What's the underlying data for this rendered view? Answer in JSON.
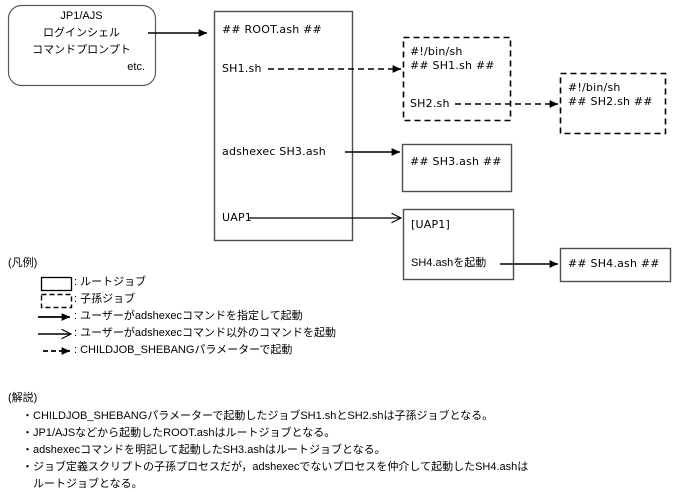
{
  "source_box": {
    "name": "source-callout",
    "lines": [
      "JP1/AJS",
      "ログインシェル",
      "コマンドプロンプト",
      "etc."
    ]
  },
  "root_box": {
    "title": "## ROOT.ash ##",
    "rows": [
      {
        "label": "SH1.sh",
        "arrow": "dashed-filled"
      },
      {
        "label": "adshexec SH3.ash",
        "arrow": "solid-filled"
      },
      {
        "label": "UAP1",
        "arrow": "solid-open"
      }
    ]
  },
  "sh1_box": {
    "lines": [
      "#!/bin/sh",
      "## SH1.sh ##"
    ],
    "child_label": "SH2.sh"
  },
  "sh2_box": {
    "lines": [
      "#!/bin/sh",
      "## SH2.sh ##"
    ]
  },
  "sh3_box": {
    "title": "## SH3.ash ##"
  },
  "uap1_box": {
    "title": "[UAP1]",
    "action": "SH4.ashを起動"
  },
  "sh4_box": {
    "title": "## SH4.ash ##"
  },
  "legend": {
    "heading": "(凡例)",
    "items": [
      {
        "marker": "solid-rect",
        "text": ": ルートジョブ"
      },
      {
        "marker": "dashed-rect",
        "text": ": 子孫ジョブ"
      },
      {
        "marker": "solid-arrow-filled",
        "text": ": ユーザーがadshexecコマンドを指定して起動"
      },
      {
        "marker": "solid-arrow-open",
        "text": ": ユーザーがadshexecコマンド以外のコマンドを起動"
      },
      {
        "marker": "dashed-arrow-filled",
        "text": ": CHILDJOB_SHEBANGパラメーターで起動"
      }
    ]
  },
  "notes": {
    "heading": "(解説)",
    "items": [
      "・CHILDJOB_SHEBANGパラメーターで起動したジョブSH1.shとSH2.shは子孫ジョブとなる。",
      "・JP1/AJSなどから起動したROOT.ashはルートジョブとなる。",
      "・adshexecコマンドを明記して起動したSH3.ashはルートジョブとなる。",
      "・ジョブ定義スクリプトの子孫プロセスだが，adshexecでないプロセスを仲介して起動したSH4.ashは",
      "　ルートジョブとなる。"
    ]
  },
  "colors": {
    "ink": "#000000",
    "box_stroke": "#555555",
    "background": "#ffffff"
  }
}
